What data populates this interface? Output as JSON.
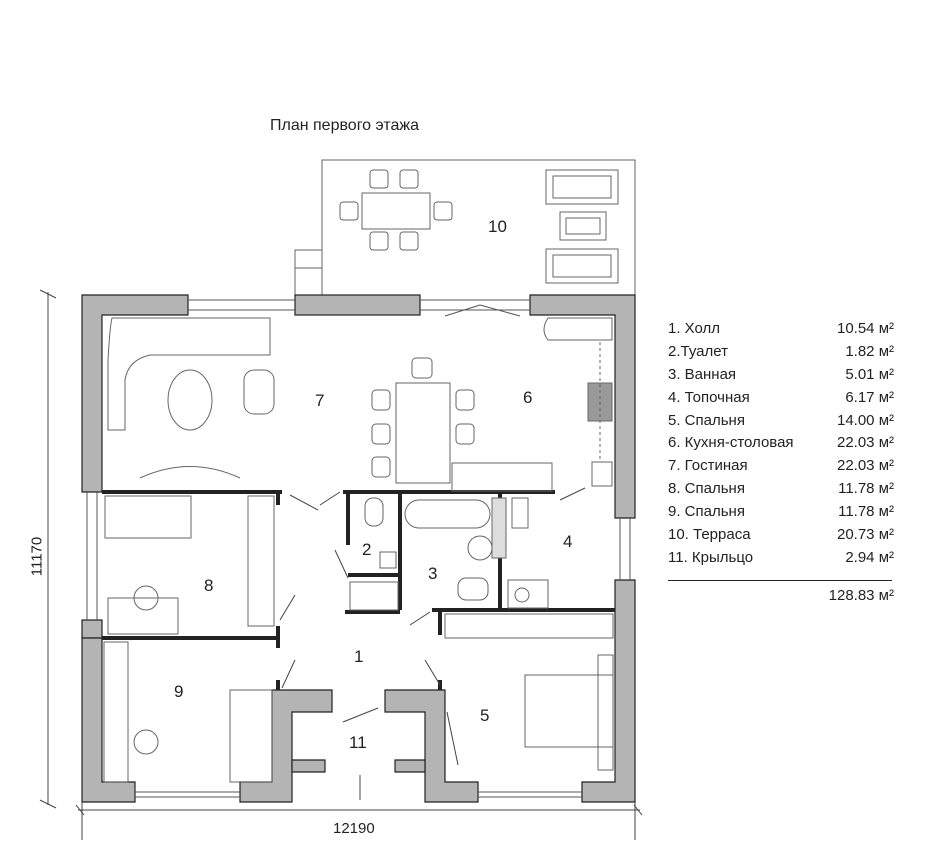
{
  "title": "План первого этажа",
  "dimensions": {
    "width": "12190",
    "depth": "11170"
  },
  "room_numbers": {
    "r1": "1",
    "r2": "2",
    "r3": "3",
    "r4": "4",
    "r5": "5",
    "r6": "6",
    "r7": "7",
    "r8": "8",
    "r9": "9",
    "r10": "10",
    "r11": "11"
  },
  "legend": {
    "rooms": [
      {
        "name": "1. Холл",
        "area": "10.54 м²"
      },
      {
        "name": "2.Туалет",
        "area": "1.82 м²"
      },
      {
        "name": "3. Ванная",
        "area": "5.01 м²"
      },
      {
        "name": "4. Топочная",
        "area": "6.17 м²"
      },
      {
        "name": "5. Спальня",
        "area": "14.00 м²"
      },
      {
        "name": "6. Кухня-столовая",
        "area": "22.03 м²"
      },
      {
        "name": "7. Гостиная",
        "area": "22.03 м²"
      },
      {
        "name": "8. Спальня",
        "area": "11.78 м²"
      },
      {
        "name": "9. Спальня",
        "area": "11.78 м²"
      },
      {
        "name": "10. Терраса",
        "area": "20.73 м²"
      },
      {
        "name": "11. Крыльцо",
        "area": "2.94 м²"
      }
    ],
    "total": "128.83 м²"
  },
  "colors": {
    "wall_fill": "#b4b4b4",
    "wall_stroke": "#222222",
    "line": "#555555"
  }
}
